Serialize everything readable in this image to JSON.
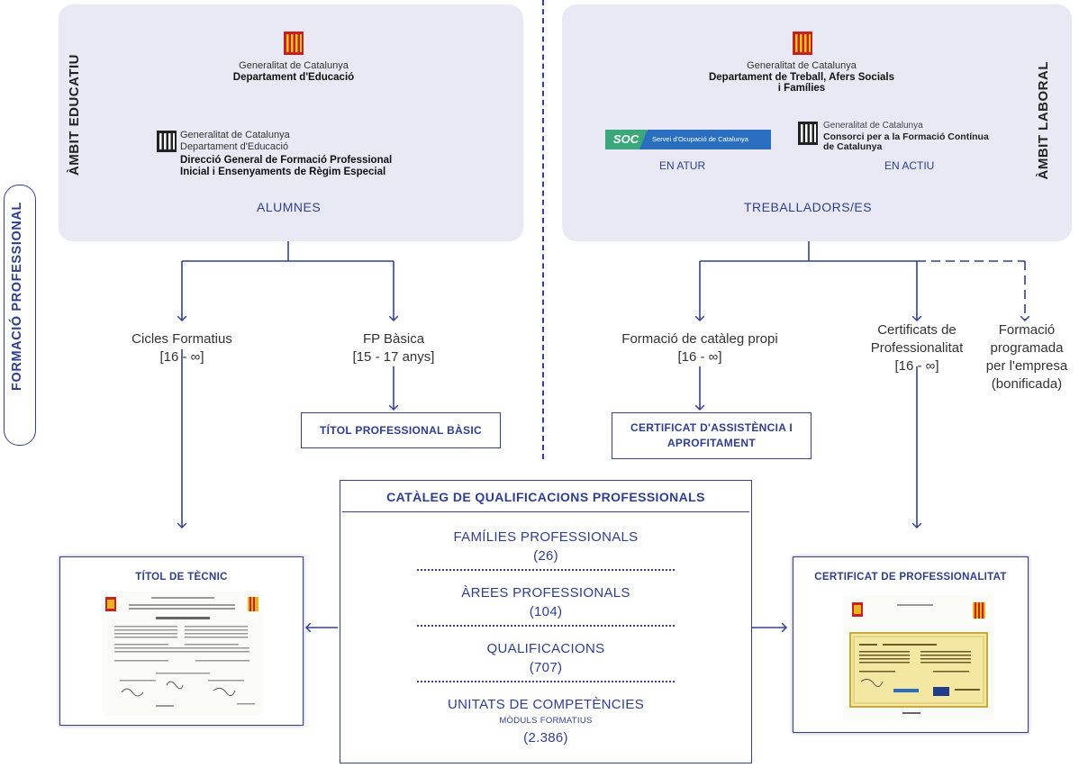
{
  "side_badge": "FORMACIÓ PROFESSIONAL",
  "left_panel": {
    "side_label": "ÀMBIT EDUCATIU",
    "gov": "Generalitat de Catalunya",
    "dept": "Departament d'Educació",
    "sub_gov": "Generalitat de Catalunya",
    "sub_dept": "Departament d'Educació",
    "sub_dir_1": "Direcció General de Formació Professional",
    "sub_dir_2": "Inicial i Ensenyaments de Règim Especial",
    "audience": "ALUMNES"
  },
  "right_panel": {
    "side_label": "ÀMBIT LABORAL",
    "gov": "Generalitat de Catalunya",
    "dept_1": "Departament de Treball, Afers Socials",
    "dept_2": "i Famílies",
    "soc_logo": "SOC",
    "soc_text": "Servei d'Ocupació de Catalunya",
    "soc_caption": "EN ATUR",
    "consorci_gov": "Generalitat de Catalunya",
    "consorci_1": "Consorci per a la Formació Contínua",
    "consorci_2": "de Catalunya",
    "consorci_caption": "EN ACTIU",
    "audience": "TREBALLADORS/ES"
  },
  "nodes": {
    "cicles": [
      "Cicles Formatius",
      "[16 - ∞]"
    ],
    "fp_basica": [
      "FP Bàsica",
      "[15 - 17 anys]"
    ],
    "cataleg_propi": [
      "Formació de catàleg propi",
      "[16 - ∞]"
    ],
    "certificats": [
      "Certificats de",
      "Professionalitat",
      "[16 - ∞]"
    ],
    "programada": [
      "Formació",
      "programada",
      "per l'empresa",
      "(bonificada)"
    ]
  },
  "outputs": {
    "titol_basic": "TÍTOL PROFESSIONAL BÀSIC",
    "cert_assistencia_1": "CERTIFICAT D'ASSISTÈNCIA I",
    "cert_assistencia_2": "APROFITAMENT"
  },
  "catalog": {
    "title": "CATÀLEG DE QUALIFICACIONS PROFESSIONALS",
    "items": [
      {
        "label": "FAMÍLIES PROFESSIONALS",
        "value": "(26)"
      },
      {
        "label": "ÀREES PROFESSIONALS",
        "value": "(104)"
      },
      {
        "label": "QUALIFICACIONS",
        "value": "(707)"
      },
      {
        "label": "UNITATS DE COMPETÈNCIES",
        "sub": "MÒDULS FORMATIUS",
        "value": "(2.386)"
      }
    ]
  },
  "certificates": {
    "left_title": "TÍTOL DE TÈCNIC",
    "right_title": "CERTIFICAT DE PROFESSIONALITAT"
  },
  "colors": {
    "accent": "#33418f",
    "panel": "#e8e9f4",
    "red": "#c8201e",
    "gold": "#e8b321",
    "soc_green": "#3aa87a",
    "soc_blue": "#2a6fbf"
  }
}
